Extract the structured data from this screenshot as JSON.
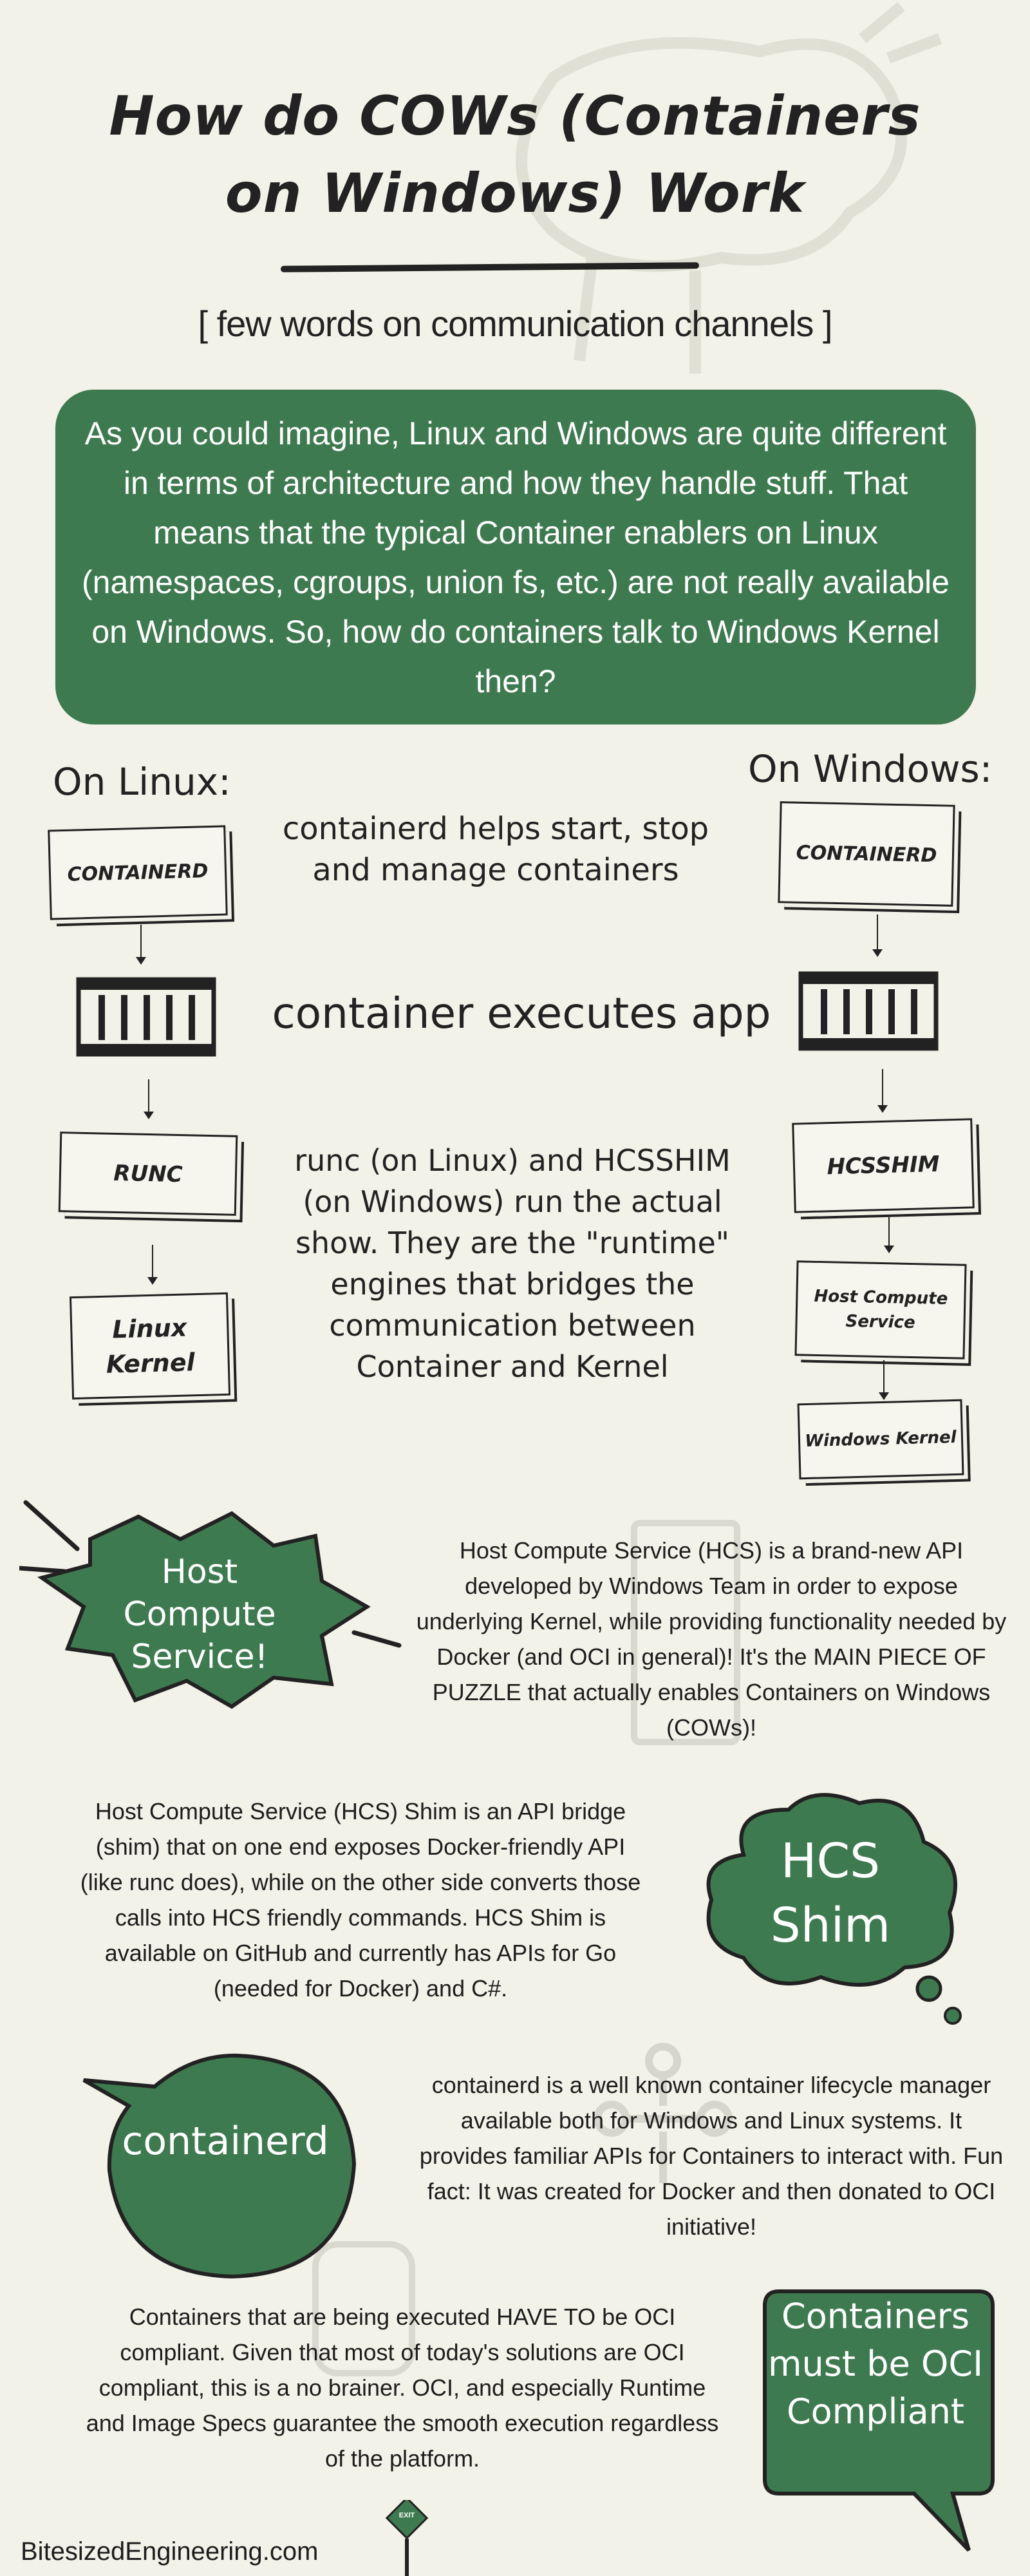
{
  "title": {
    "line1": "How do COWs (Containers",
    "line2": "on Windows) Work",
    "subtitle": "[ few words on communication channels ]"
  },
  "intro": {
    "text": "As you could imagine, Linux and Windows are quite different in terms of architecture and how they handle stuff. That means that the typical Container enablers on Linux (namespaces, cgroups, union fs, etc.) are not really available on Windows. So, how do containers talk to Windows Kernel then?"
  },
  "linux": {
    "heading": "On Linux:",
    "containerd": "CONTAINERD",
    "runc": "RUNC",
    "kernel": "Linux Kernel"
  },
  "windows": {
    "heading": "On Windows:",
    "containerd": "CONTAINERD",
    "hcsshim": "HCSSHIM",
    "hcs": "Host Compute Service",
    "kernel": "Windows Kernel"
  },
  "notes": {
    "containerd": "containerd helps start, stop and manage containers",
    "executes": "container executes app",
    "runtime": "runc (on Linux) and HCSSHIM (on Windows) run the actual show. They are the \"runtime\" engines that bridges the communication between Container and Kernel"
  },
  "sections": {
    "hcs": {
      "badge": "Host Compute Service!",
      "text": "Host Compute Service (HCS) is a brand-new API developed by Windows Team in order to expose underlying Kernel, while providing functionality needed by Docker (and OCI in general)! It's the MAIN PIECE OF PUZZLE that actually enables Containers on Windows (COWs)!"
    },
    "shim": {
      "badge": "HCS Shim",
      "text": "Host Compute Service (HCS) Shim is an API bridge (shim) that on one end exposes Docker-friendly API (like runc does), while on the other side converts those calls into HCS friendly commands. HCS Shim is available on GitHub and currently has APIs for Go (needed for Docker) and C#."
    },
    "containerd": {
      "badge": "containerd",
      "text": "containerd is a well known container lifecycle manager available both for Windows and Linux systems. It provides familiar APIs for Containers to interact with. Fun fact: It was created for Docker and then donated to OCI initiative!"
    },
    "oci": {
      "badge": "Containers must be OCI Compliant",
      "text": "Containers that are being executed HAVE TO be OCI compliant. Given that most of today's solutions are OCI compliant, this is a no brainer. OCI, and especially Runtime and Image Specs guarantee the smooth execution regardless of the platform."
    }
  },
  "footer": {
    "site": "BitesizedEngineering.com",
    "exit": "EXIT"
  },
  "colors": {
    "background": "#f3f2e8",
    "accent_green": "#3e7a4f",
    "ink": "#222222"
  }
}
